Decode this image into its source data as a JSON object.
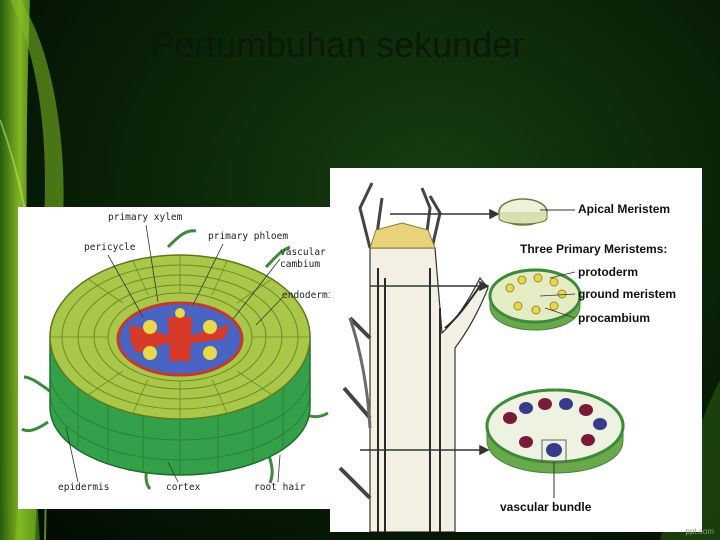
{
  "slide": {
    "title": "Pertumbuhan sekunder",
    "watermark": "ppt.com"
  },
  "root_diagram": {
    "labels": {
      "primary_xylem": "primary xylem",
      "pericycle": "pericycle",
      "primary_phloem": "primary phloem",
      "vascular_cambium_1": "vascular",
      "vascular_cambium_2": "cambium",
      "endodermis": "endodermis",
      "epidermis": "epidermis",
      "cortex": "cortex",
      "root_hair": "root hair"
    }
  },
  "meristem_diagram": {
    "labels": {
      "apical_meristem": "Apical Meristem",
      "three_primary": "Three Primary Meristems:",
      "protoderm": "protoderm",
      "ground_meristem": "ground meristem",
      "procambium": "procambium",
      "vascular_bundle": "vascular bundle"
    }
  },
  "colors": {
    "background": "#0d2a0a",
    "cortex_green": "#a9c84a",
    "epidermis_green": "#35a04a",
    "xylem_red": "#d83a2a",
    "phloem_blue": "#3a6cc8"
  }
}
